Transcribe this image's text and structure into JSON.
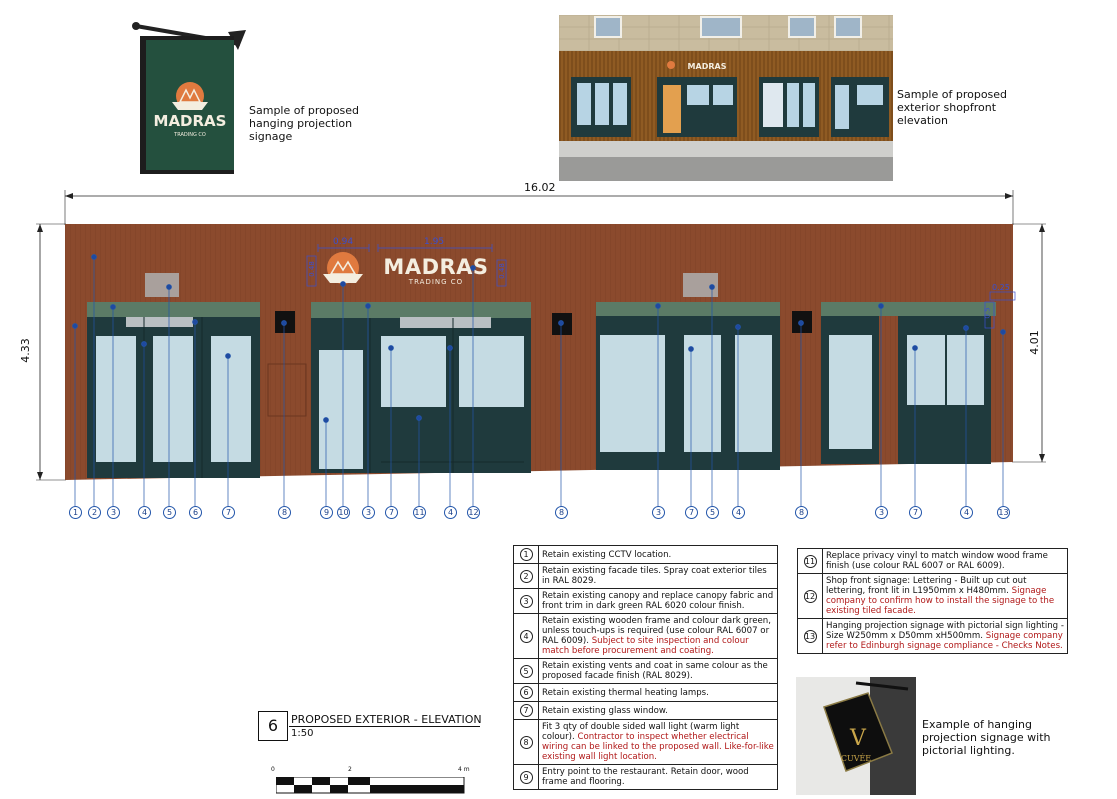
{
  "samples": {
    "hanging_caption": "Sample of proposed hanging projection signage",
    "shopfront_caption": "Sample of proposed exterior shopfront elevation",
    "lighting_caption": "Example of hanging projection signage with pictorial lighting."
  },
  "brand": {
    "name": "MADRAS",
    "sub": "TRADING CO"
  },
  "dimensions": {
    "overall_width": "16.02",
    "left_height": "4.33",
    "right_height": "4.01",
    "sign_icon_width": "0.94",
    "sign_text_width": "1.95",
    "small_h1": "0.48",
    "small_h2": "0.48",
    "proj_w": "0.25",
    "proj_h": "0.5"
  },
  "callouts": [
    "1",
    "2",
    "3",
    "4",
    "5",
    "6",
    "7",
    "8",
    "9",
    "10",
    "3",
    "7",
    "11",
    "4",
    "12",
    "8",
    "3",
    "7",
    "5",
    "4",
    "8",
    "3",
    "7",
    "4",
    "13"
  ],
  "title_block": {
    "number": "6",
    "title": "PROPOSED EXTERIOR - ELEVATION",
    "scale": "1:50"
  },
  "scale_bar": {
    "labels": [
      "0",
      "2",
      "4 m"
    ]
  },
  "notes_left": [
    {
      "n": "1",
      "text": "Retain existing CCTV location.",
      "red": ""
    },
    {
      "n": "2",
      "text": "Retain existing facade tiles. Spray coat exterior tiles in RAL 8029.",
      "red": ""
    },
    {
      "n": "3",
      "text": "Retain existing canopy and replace canopy fabric and front trim in dark green RAL 6020 colour finish.",
      "red": ""
    },
    {
      "n": "4",
      "text": "Retain existing wooden frame and colour dark green, unless touch-ups is required (use colour RAL 6007 or RAL 6009).",
      "red": "Subject to site inspection and colour match before procurement and coating."
    },
    {
      "n": "5",
      "text": "Retain existing vents and coat in same colour as the proposed facade finish (RAL 8029).",
      "red": ""
    },
    {
      "n": "6",
      "text": "Retain existing thermal heating lamps.",
      "red": ""
    },
    {
      "n": "7",
      "text": "Retain existing glass window.",
      "red": ""
    },
    {
      "n": "8",
      "text": "Fit 3 qty of double sided wall light (warm light colour).",
      "red": "Contractor to inspect whether electrical wiring can be linked to the proposed wall. Like-for-like existing wall light location."
    },
    {
      "n": "9",
      "text": "Entry point to the restaurant. Retain door, wood frame and flooring.",
      "red": ""
    }
  ],
  "notes_right": [
    {
      "n": "11",
      "text": "Replace privacy vinyl to match window wood frame finish (use colour RAL 6007 or RAL 6009).",
      "red": ""
    },
    {
      "n": "12",
      "text": "Shop front signage: Lettering - Built up cut out lettering, front lit in L1950mm x H480mm.",
      "red": "Signage company to confirm how to install the signage to the existing tiled facade."
    },
    {
      "n": "13",
      "text": "Hanging projection signage with pictorial sign lighting - Size W250mm x D50mm xH500mm.",
      "red": "Signage company refer to Edinburgh signage compliance - Checks Notes."
    }
  ],
  "colors": {
    "facade": "#8a4a2e",
    "canopy": "#5b7b66",
    "frame": "#1f3a3d",
    "glass": "#c5dbe3",
    "callout": "#2255aa",
    "accent": "#e07a3f"
  }
}
